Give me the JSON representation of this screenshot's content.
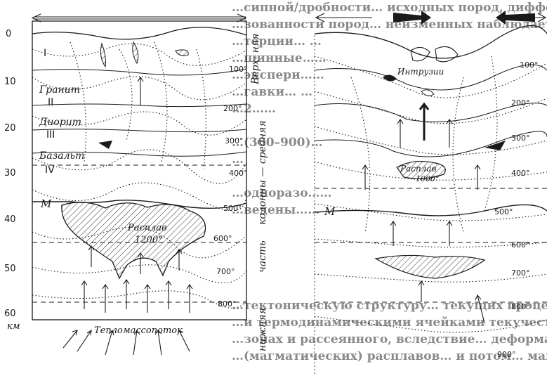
{
  "background_text_lines": [
    "…сипной/дробности…  исходных пород, дифферен-",
    "…зованности пород…  неизменных наблюдается…",
    "…терции… …",
    "…щинные……",
    "…экспери……",
    "…гавки… …",
    "…2……",
    "",
    "…(300–900)…",
    "…",
    "",
    "…одноразо……",
    "…ведены……",
    "",
    "",
    "…тектоническую структуру…  текущих процессов",
    "…и термодинамическими ячейками текучести поле…",
    "…зонах и рассеянного, вследствие…  деформа-",
    "…(магматических) расплавов… и потом…  мантии и"
  ],
  "left_panel": {
    "depth_ticks": [
      "0",
      "10",
      "20",
      "30",
      "40",
      "50",
      "60"
    ],
    "depth_unit": "км",
    "layer_labels": [
      {
        "name": "Гранит",
        "roman": "II"
      },
      {
        "name": "Диорит",
        "roman": "III"
      },
      {
        "name": "Базальт",
        "roman": "IV"
      }
    ],
    "top_layer_roman": "I",
    "moho_label": "M",
    "melt_label": "Расплав",
    "melt_temp": "1200°",
    "flux_label": "Тепломассопоток",
    "isotherms": [
      "100°",
      "200°",
      "300°",
      "400°",
      "500°",
      "600°",
      "700°",
      "800°"
    ]
  },
  "column_labels": {
    "upper": "Верх-\nняя",
    "middle": "колонны — средняя",
    "lower_part": "часть",
    "bottom": "нижняя"
  },
  "right_panel": {
    "intrusion_label": "Интрузии",
    "melt_label": "Расплав",
    "melt_temp": "1000°",
    "moho_label": "M",
    "isotherms": [
      "100°",
      "200°",
      "300°",
      "400°",
      "500°",
      "600°",
      "700°",
      "800°",
      "900°"
    ]
  },
  "colors": {
    "ink": "#1a1a1a",
    "paper": "#ffffff",
    "background_text": "#2a2a2a"
  }
}
